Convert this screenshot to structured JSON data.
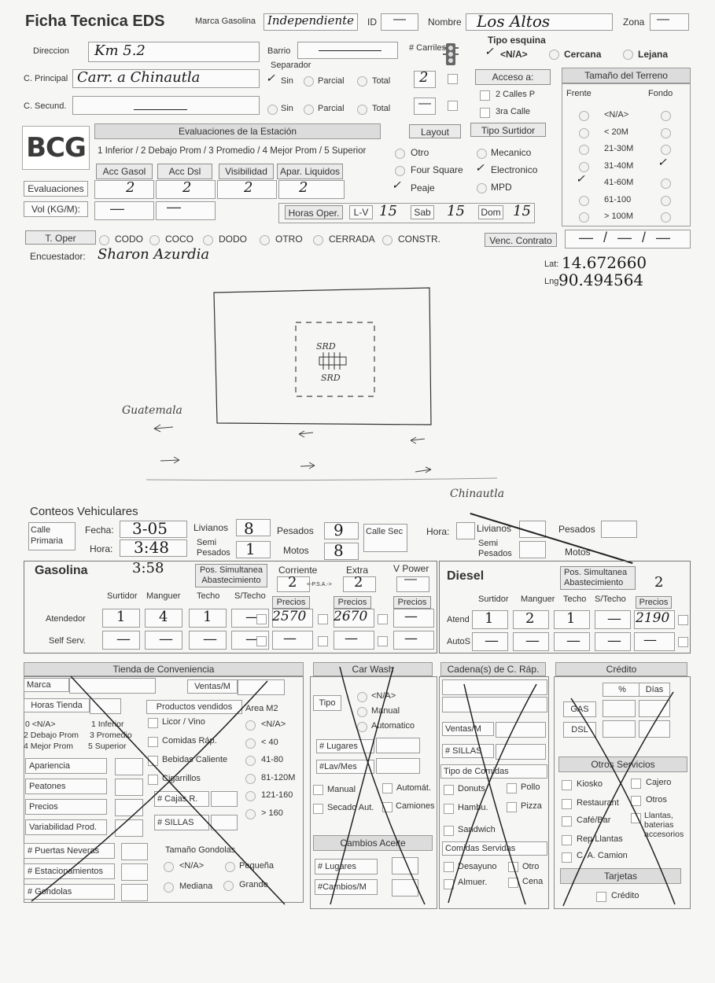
{
  "header": {
    "title": "Ficha Tecnica EDS",
    "marca_label": "Marca Gasolina",
    "marca_value": "Independiente",
    "id_label": "ID",
    "id_value": "—",
    "nombre_label": "Nombre",
    "nombre_value": "Los Altos",
    "zona_label": "Zona",
    "zona_value": "—"
  },
  "address": {
    "direccion_label": "Direccion",
    "direccion_value": "Km 5.2",
    "barrio_label": "Barrio",
    "barrio_value": "—",
    "principal_label": "C. Principal",
    "principal_value": "Carr. a Chinautla",
    "secund_label": "C. Secund.",
    "secund_value": "—",
    "separador_label": "Separador",
    "sin": "Sin",
    "parcial": "Parcial",
    "total": "Total",
    "carriles_label": "# Carriles",
    "carriles_principal": "2",
    "carriles_secund": "—"
  },
  "corner": {
    "label": "Tipo esquina",
    "options": [
      "<N/A>",
      "Cercana",
      "Lejana"
    ],
    "selected": "<N/A>"
  },
  "acceso": {
    "label": "Acceso a:",
    "opt1": "2 Calles P",
    "opt2": "3ra Calle"
  },
  "terreno": {
    "label": "Tamaño del Terreno",
    "frente": "Frente",
    "fondo": "Fondo",
    "sizes": [
      "<N/A>",
      "< 20M",
      "21-30M",
      "31-40M",
      "41-60M",
      "61-100",
      "> 100M"
    ],
    "frente_selected": "41-60M",
    "fondo_selected": "31-40M"
  },
  "evaluaciones": {
    "logo": "BCG",
    "header": "Evaluaciones de la Estación",
    "scale": "1 Inferior / 2 Debajo Prom / 3 Promedio / 4 Mejor Prom / 5 Superior",
    "cols": [
      "Acc Gasol",
      "Acc Dsl",
      "Visibilidad",
      "Apar. Liquidos"
    ],
    "row_label": "Evaluaciones",
    "values": [
      "2",
      "2",
      "2",
      "2"
    ],
    "vol_label": "Vol (KG/M):",
    "vol_values": [
      "—",
      "—"
    ]
  },
  "layout": {
    "label": "Layout",
    "options": [
      "Otro",
      "Four Square",
      "Peaje"
    ],
    "selected": "Peaje"
  },
  "surtidor": {
    "label": "Tipo Surtidor",
    "options": [
      "Mecanico",
      "Electronico",
      "MPD"
    ],
    "selected": "Electronico"
  },
  "horas": {
    "label": "Horas Oper.",
    "lv_label": "L-V",
    "lv": "15",
    "sab_label": "Sab",
    "sab": "15",
    "dom_label": "Dom",
    "dom": "15"
  },
  "operador": {
    "label": "T. Oper",
    "options": [
      "CODO",
      "COCO",
      "DODO",
      "OTRO",
      "CERRADA",
      "CONSTR."
    ],
    "venc_label": "Venc. Contrato",
    "venc_value": "— / — / —",
    "encuestador_label": "Encuestador:",
    "encuestador_value": "Sharon Azurdia",
    "lat_label": "Lat:",
    "lat": "14.672660",
    "lng_label": "Lng",
    "lng": "90.494564"
  },
  "sketch": {
    "srd_top": "SRD",
    "srd_bottom": "SRD",
    "road_left": "Guatemala",
    "road_bottom": "Chinautla"
  },
  "conteos": {
    "title": "Conteos Vehiculares",
    "calle_primaria": "Calle Primaria",
    "fecha_label": "Fecha:",
    "fecha": "3-05",
    "hora_label": "Hora:",
    "hora": "3:48",
    "livianos_label": "Livianos",
    "livianos": "8",
    "pesados_label": "Pesados",
    "pesados": "9",
    "semi_label": "Semi Pesados",
    "semi": "1",
    "motos_label": "Motos",
    "motos": "8",
    "calle_sec": "Calle Sec",
    "hora2_label": "Hora:",
    "livianos2_label": "Livianos",
    "pesados2_label": "Pesados",
    "semi2_label": "Semi Pesados",
    "motos2_label": "Motos"
  },
  "gasolina": {
    "title": "Gasolina",
    "time": "3:58",
    "pos_label": "Pos. Simultanea Abastecimiento",
    "corriente": "Corriente",
    "extra": "Extra",
    "vpower": "V Power",
    "corriente_val": "2",
    "psa": "<-P.S.A.->",
    "extra_val": "2",
    "vpower_val": "—",
    "cols": [
      "Surtidor",
      "Manguer",
      "Techo",
      "S/Techo"
    ],
    "precios": "Precios",
    "atendedor": "Atendedor",
    "aten_vals": [
      "1",
      "4",
      "1",
      "—"
    ],
    "aten_prices": [
      "2570",
      "2670",
      "—"
    ],
    "self": "Self Serv.",
    "self_vals": [
      "—",
      "—",
      "—",
      "—"
    ],
    "self_prices": [
      "—",
      "—",
      "—"
    ]
  },
  "diesel": {
    "title": "Diesel",
    "pos_label": "Pos. Simultanea Abastecimiento",
    "pos_val": "2",
    "cols": [
      "Surtidor",
      "Manguer",
      "Techo",
      "S/Techo"
    ],
    "precios": "Precios",
    "atend": "Atend",
    "aten_vals": [
      "1",
      "2",
      "1",
      "—"
    ],
    "aten_price": "2190",
    "autos": "AutoS",
    "autos_vals": [
      "—",
      "—",
      "—",
      "—"
    ],
    "autos_price": "—"
  },
  "tienda": {
    "title": "Tienda de Conveniencia",
    "marca": "Marca",
    "ventas": "Ventas/M",
    "horas": "Horas Tienda",
    "productos": "Productos vendidos",
    "area": "Area M2",
    "scale_a": "0 <N/A>",
    "scale_b": "1 Inferior",
    "scale_c": "2 Debajo Prom",
    "scale_d": "3 Promedio",
    "scale_e": "4 Mejor Prom",
    "scale_f": "5 Superior",
    "prod_items": [
      "Licor / Vino",
      "Comidas Ráp.",
      "Bebidas Caliente",
      "Cigarrillos"
    ],
    "area_items": [
      "<N/A>",
      "< 40",
      "41-80",
      "81-120M",
      "121-160",
      "> 160"
    ],
    "eval_items": [
      "Apariencia",
      "Peatones",
      "Precios",
      "Variabilidad Prod."
    ],
    "cajas": "# Cajas R.",
    "sillas": "# SILLAS",
    "count_items": [
      "# Puertas Neveras",
      "# Estacionamientos",
      "# Gondolas"
    ],
    "gondolas_label": "Tamaño Gondolas",
    "gondolas_opts": [
      "<N/A>",
      "Pequeña",
      "Mediana",
      "Grande"
    ]
  },
  "carwash": {
    "title": "Car Wash",
    "tipo": "Tipo",
    "tipo_opts": [
      "<N/A>",
      "Manual",
      "Automatico"
    ],
    "lugares": "# Lugares",
    "lav": "#Lav/Mes",
    "opts": [
      "Manual",
      "Automát.",
      "Secado Aut.",
      "Camiones"
    ],
    "aceite": "Cambios Aceite",
    "lugares2": "# Lugares",
    "cambios": "#Cambios/M"
  },
  "cadena": {
    "title": "Cadena(s) de C. Ráp.",
    "ventas": "Ventas/M",
    "sillas": "# SILLAS",
    "tipo": "Tipo de Comidas",
    "tipo_opts": [
      "Donuts",
      "Pollo",
      "Hambu.",
      "Pizza",
      "Sandwich"
    ],
    "servidas": "Comidas Servidas",
    "serv_opts": [
      "Desayuno",
      "Otro",
      "Almuer.",
      "Cena"
    ]
  },
  "credito": {
    "title": "Crédito",
    "pct": "%",
    "dias": "Días",
    "gas": "GAS",
    "dsl": "DSL",
    "otros": "Otros Servicios",
    "serv_opts": [
      "Kiosko",
      "Cajero",
      "Restaurant",
      "Otros",
      "Café/Bar",
      "Llantas, baterias accesorios",
      "Rep/Llantas",
      "C. A. Camion"
    ],
    "tarjetas": "Tarjetas",
    "credito": "Crédito"
  }
}
